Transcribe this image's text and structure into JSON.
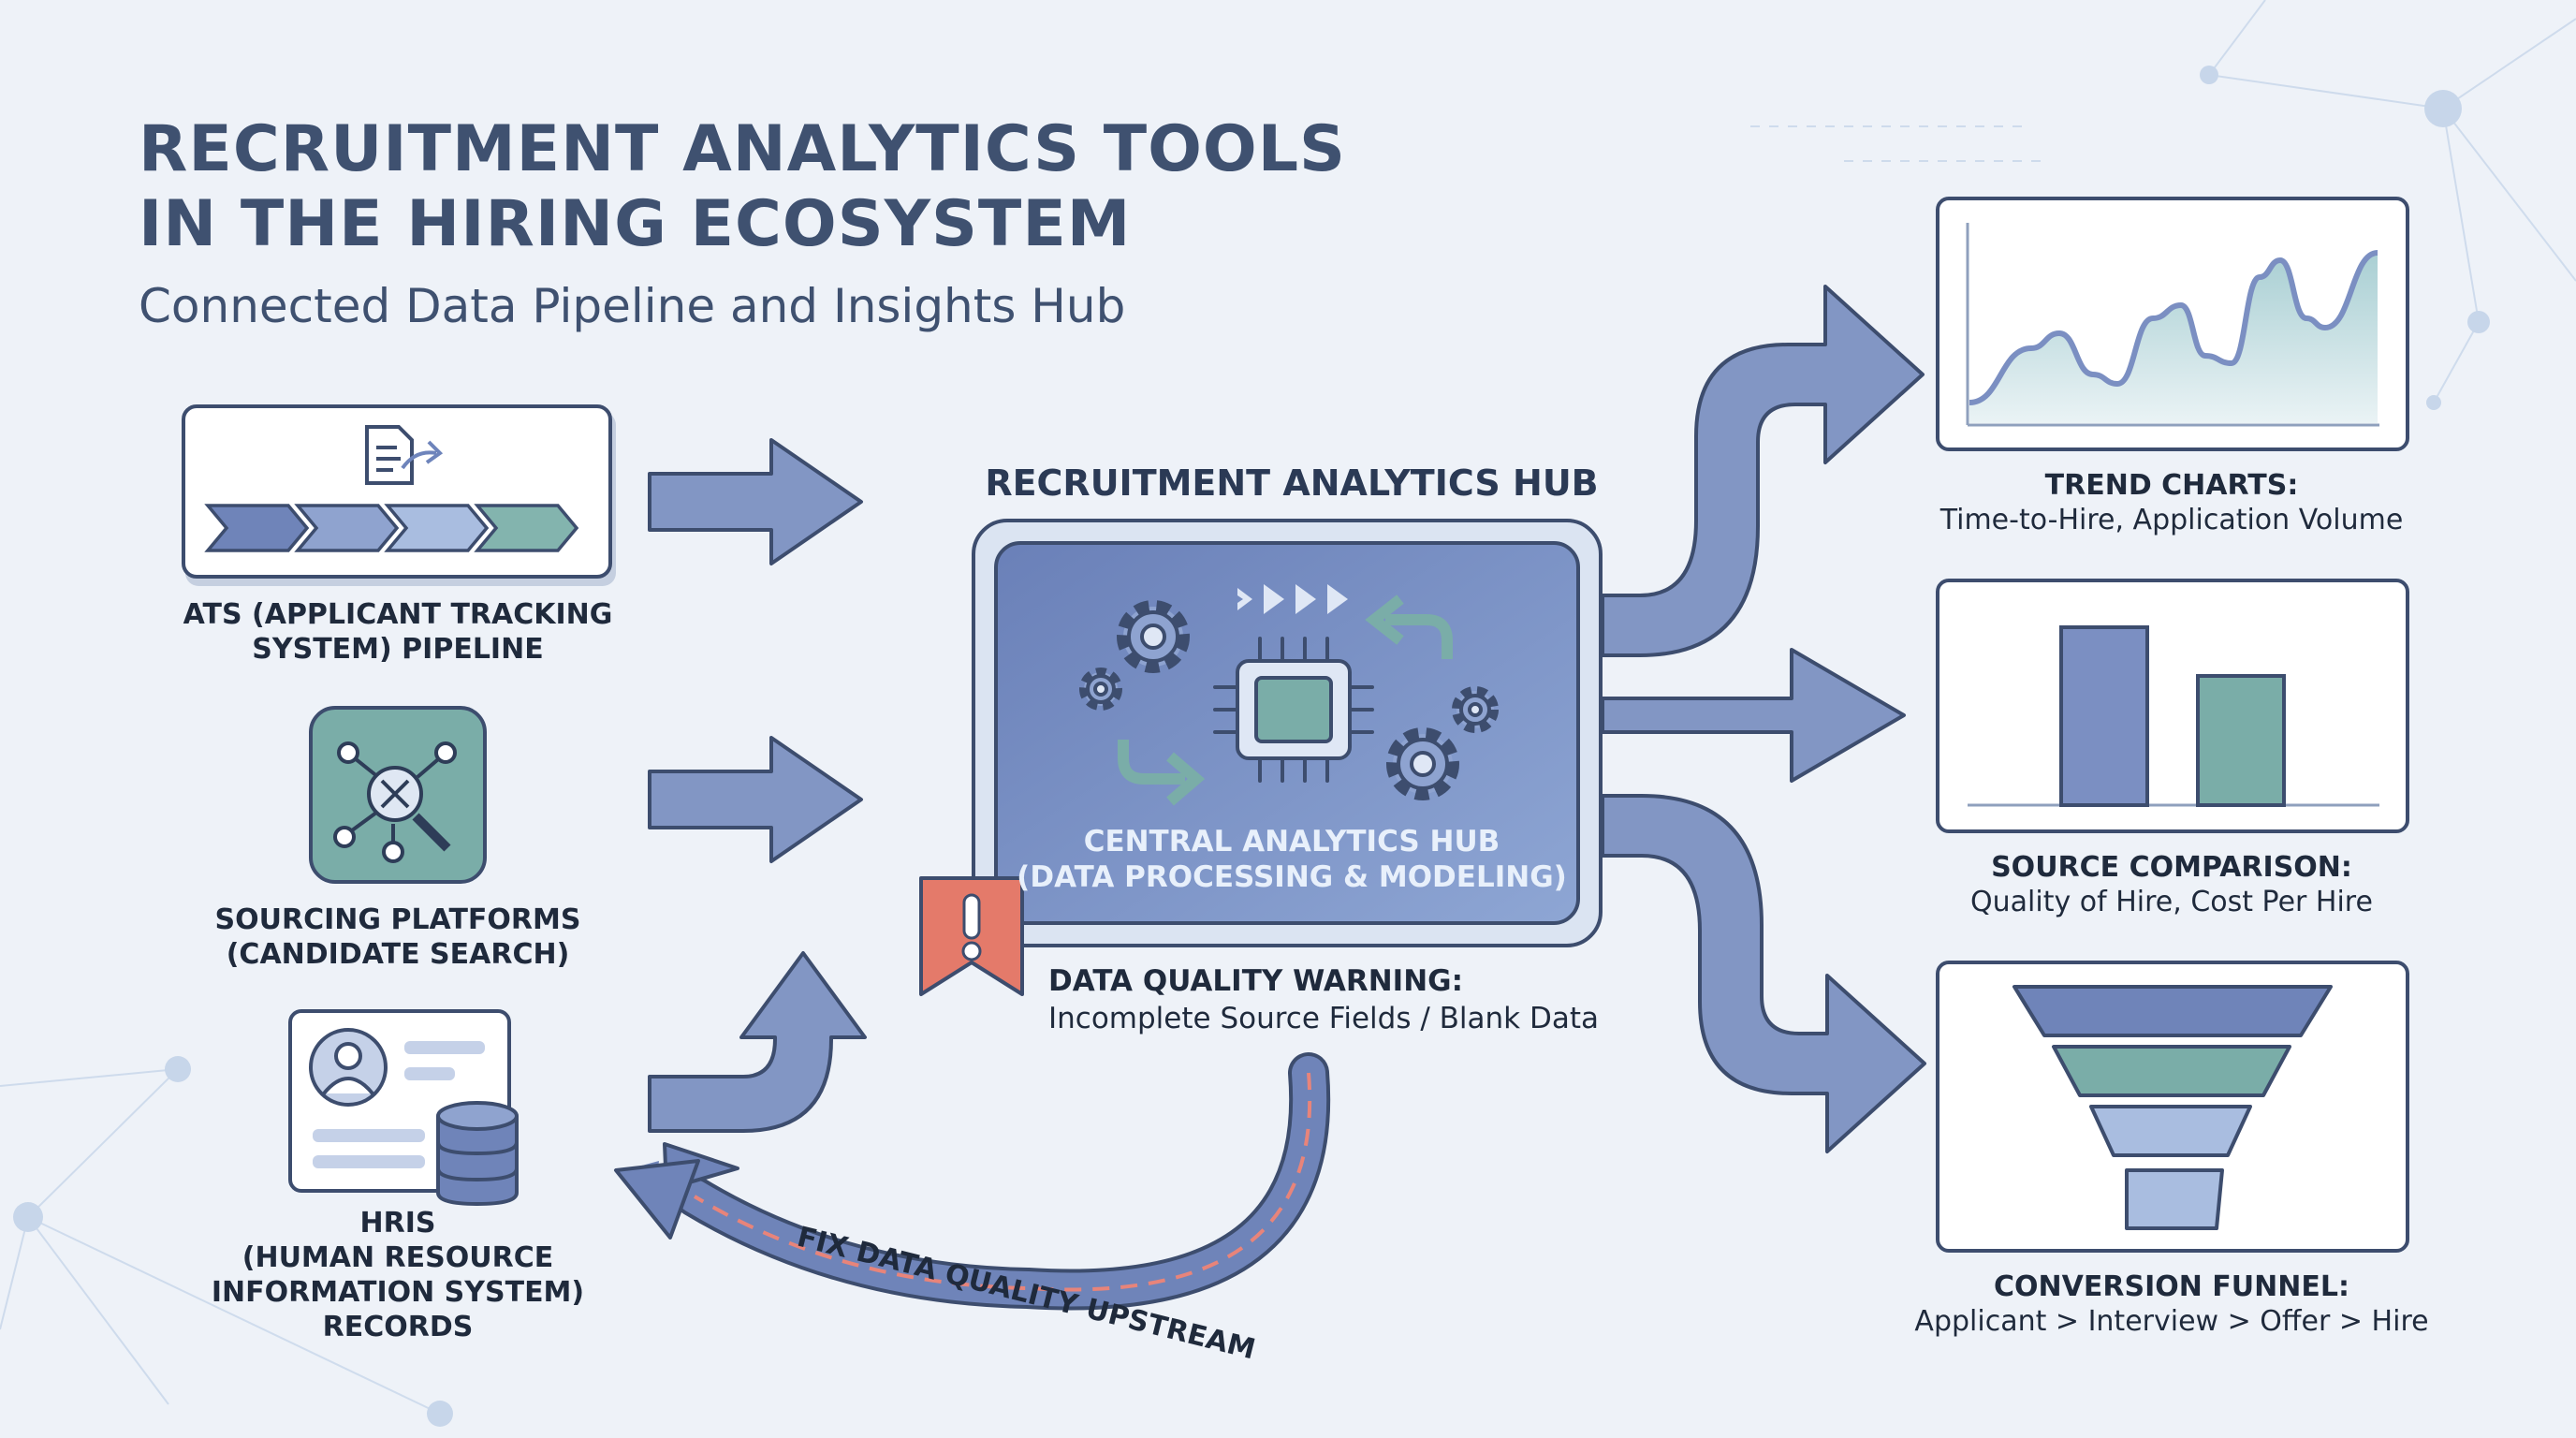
{
  "header": {
    "title_line1": "RECRUITMENT ANALYTICS TOOLS",
    "title_line2": "IN THE HIRING ECOSYSTEM",
    "subtitle": "Connected Data Pipeline and Insights Hub"
  },
  "sources": [
    {
      "label": "ATS (APPLICANT TRACKING\nSYSTEM) PIPELINE",
      "icon": "document-export-icon"
    },
    {
      "label": "SOURCING PLATFORMS\n(CANDIDATE SEARCH)",
      "icon": "network-search-icon"
    },
    {
      "label": "HRIS\n(HUMAN RESOURCE\nINFORMATION SYSTEM)\nRECORDS",
      "icon": "profile-database-icon"
    }
  ],
  "hub": {
    "title": "RECRUITMENT ANALYTICS HUB",
    "label": "CENTRAL ANALYTICS HUB\n(DATA PROCESSING & MODELING)"
  },
  "warning": {
    "title": "DATA QUALITY WARNING:",
    "detail": "Incomplete Source Fields / Blank Data",
    "icon": "exclamation-icon"
  },
  "feedback": {
    "label": "FIX DATA QUALITY UPSTREAM"
  },
  "outputs": [
    {
      "title": "TREND CHARTS:",
      "detail": "Time-to-Hire, Application Volume"
    },
    {
      "title": "SOURCE COMPARISON:",
      "detail": "Quality of Hire, Cost Per Hire"
    },
    {
      "title": "CONVERSION FUNNEL:",
      "detail": "Applicant > Interview > Offer > Hire"
    }
  ],
  "colors": {
    "background": "#eef2f8",
    "arrow": "#8296c4",
    "arrow_stroke": "#3d4d6e",
    "hub_fill": "#7189c0",
    "teal": "#7aada8",
    "warning": "#e47a6a"
  }
}
